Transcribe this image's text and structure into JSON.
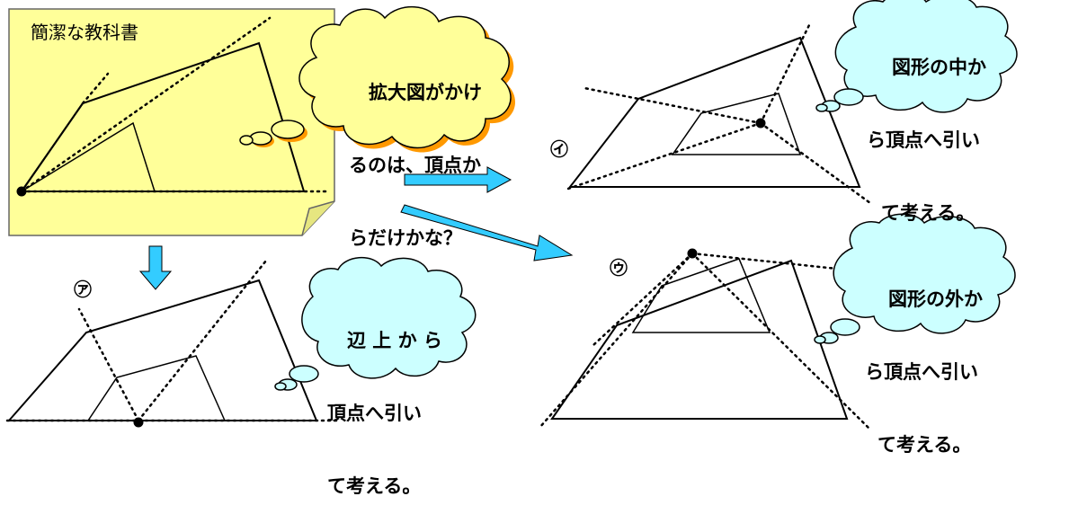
{
  "note": {
    "title": "簡潔な教科書",
    "fill_color": "#ffff99"
  },
  "bubbles": {
    "main": {
      "lines": [
        "拡大図がかけ",
        "るのは、頂点か",
        "らだけかな？"
      ],
      "fill_color": "#ffff99"
    },
    "a": {
      "lines": [
        "辺 上 か ら",
        "頂点へ引い",
        "て考える。"
      ],
      "fill_color": "#ccffff"
    },
    "i": {
      "lines": [
        "図形の中か",
        "ら頂点へ引い",
        "て考える。"
      ],
      "fill_color": "#ccffff"
    },
    "u": {
      "lines": [
        "図形の外か",
        "ら頂点へ引い",
        "て考える。"
      ],
      "fill_color": "#ccffff"
    }
  },
  "figures": {
    "a_label": "㋐",
    "i_label": "㋑",
    "u_label": "㋒"
  },
  "colors": {
    "arrow": "#33ccff",
    "line": "#000000"
  }
}
